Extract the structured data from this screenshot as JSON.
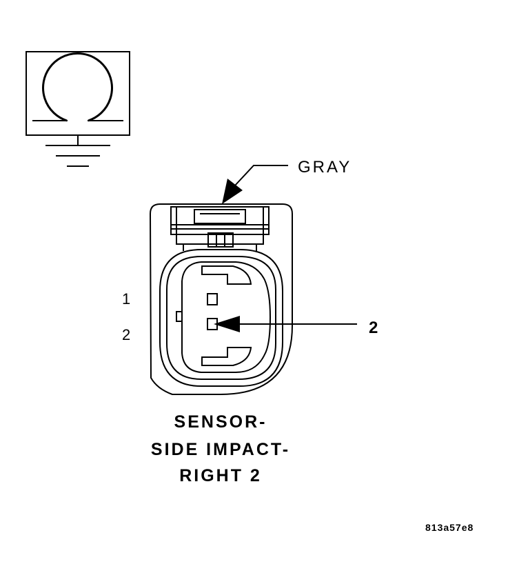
{
  "symbol": {
    "icon": "ohmmeter-ground-icon"
  },
  "connector": {
    "wire_color_label": "GRAY",
    "pin_labels": [
      "1",
      "2"
    ],
    "callout_number": "2"
  },
  "title_lines": [
    "SENSOR-",
    "SIDE IMPACT-",
    "RIGHT 2"
  ],
  "reference_code": "813a57e8"
}
